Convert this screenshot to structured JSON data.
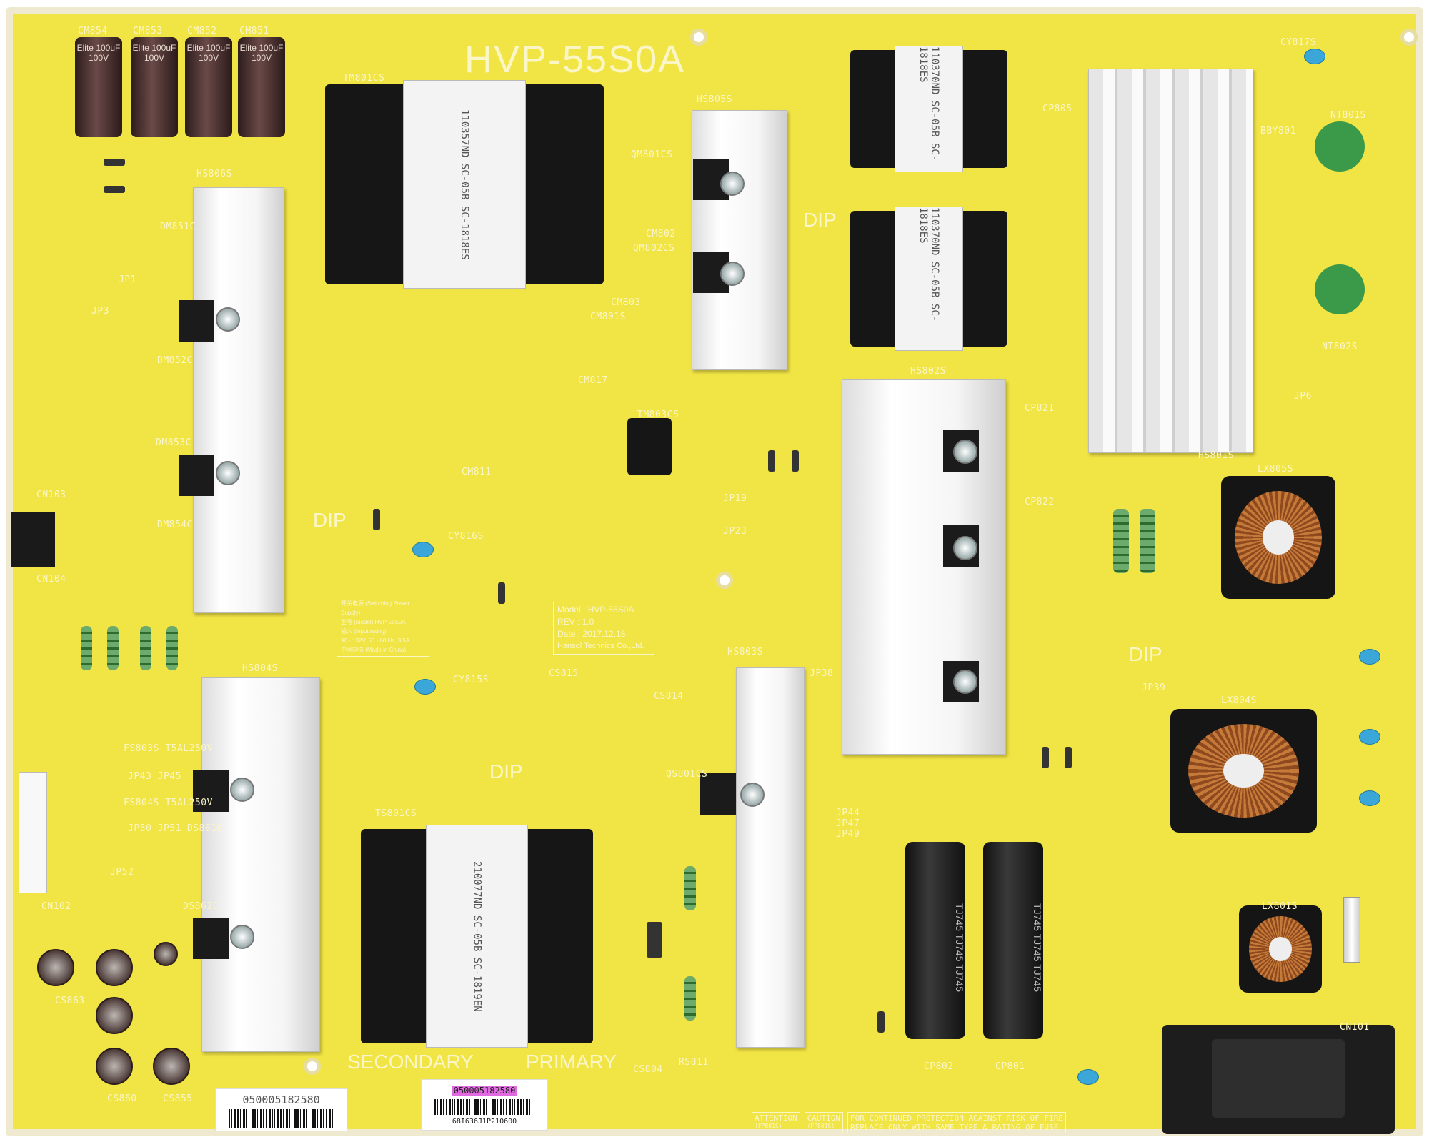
{
  "board": {
    "title": "HVP-55S0A",
    "model_label": {
      "model": "Model : HVP-55S0A",
      "rev": "REV : 1.0",
      "date": "Date : 2017.12.18",
      "maker": "Hansol Technics Co.,Ltd."
    },
    "cn_label": {
      "line1": "开关电源 (Switching Power Supply)",
      "line2": "型号 (Model)   HVP-55S0A",
      "line3": "输入 (Input rating)",
      "line4": "90 - 132V, 50 - 60 Hz, 3.5A",
      "line5": "中国制造 (Made in China)"
    },
    "side_labels": {
      "secondary": "SECONDARY",
      "primary": "PRIMARY",
      "dip": "DIP"
    },
    "stickers": {
      "left_number": "050005182580",
      "right_number": "050005182580",
      "right_code": "68I636J1P210600"
    },
    "warning": {
      "attention": "ATTENTION",
      "attention_sub": "(FP801S)",
      "caution": "CAUTION",
      "caution_sub": "(FP801S)",
      "text1": "FOR CONTINUED PROTECTION  AGAINST RISK OF FIRE",
      "text2": "REPLACE ONLY WITH SAME TYPE & RATING OF FUSE"
    },
    "cap_text": "Elite 100uF 100V",
    "xfmr_text": {
      "tm801": "110357ND SC-05B SC-1818ES",
      "tr1": "110370ND SC-05B SC-1818ES",
      "tr2": "110370ND SC-05B SC-1818ES",
      "ts801": "210077ND SC-05B SC-1819EN"
    },
    "blackcap_text": "TJ745 TJ745 TJ745"
  },
  "refs": {
    "cm854": "CM854",
    "cm853": "CM853",
    "cm852": "CM852",
    "cm851": "CM851",
    "tm801cs": "TM801CS",
    "hs806s": "HS806S",
    "dm851c": "DM851C",
    "jp1": "JP1",
    "jp3": "JP3",
    "dm852c": "DM852C",
    "dm853c": "DM853C",
    "dm854c": "DM854C",
    "cn103": "CN103",
    "cn104": "CN104",
    "hs804s": "HS804S",
    "fs803s": "FS803S T5AL250V",
    "jp43": "JP43 JP45",
    "fs804s": "FS804S T5AL250V",
    "jp50": "JP50 JP51",
    "ds861c": "DS861C",
    "jp52": "JP52",
    "cn102": "CN102",
    "ds862c": "DS862C",
    "cs863": "CS863",
    "cs860": "CS860",
    "cs855": "CS855",
    "ts801cs": "TS801CS",
    "cs804": "CS804",
    "rs811": "RS811",
    "hs803s": "HS803S",
    "qs801cs": "QS801CS",
    "cs814": "CS814",
    "cs815": "CS815",
    "cy815s": "CY815S",
    "cy816s": "CY816S",
    "cm811": "CM811",
    "tm803cs": "TM803CS",
    "cm817": "CM817",
    "cm801s": "CM801S",
    "cm803": "CM803",
    "qm802cs": "QM802CS",
    "cm802": "CM802",
    "qm801cs": "QM801CS",
    "hs805s": "HS805S",
    "cp805": "CP805",
    "cy817s": "CY817S",
    "bby801": "BBY801",
    "nt801s": "NT801S",
    "nt802s": "NT802S",
    "hs801s": "HS801S",
    "jp6": "JP6",
    "hs802s": "HS802S",
    "cp821": "CP821",
    "cp822": "CP822",
    "lx805s": "LX805S",
    "lx804s": "LX804S",
    "lx801s": "LX801S",
    "cp802": "CP802",
    "cp801": "CP801",
    "cn101": "CN101",
    "jp19": "JP19",
    "jp23": "JP23",
    "jp38": "JP38",
    "jp39": "JP39",
    "jp44": "JP44 JP47 JP49"
  }
}
